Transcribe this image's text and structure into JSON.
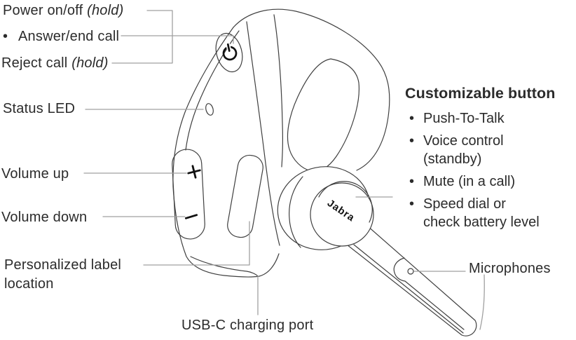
{
  "left_labels": {
    "power": {
      "text": "Power on/off",
      "hold": "(hold)"
    },
    "answer": {
      "bullet": "•",
      "text": "Answer/end call"
    },
    "reject": {
      "text": "Reject call",
      "hold": "(hold)"
    },
    "status_led": {
      "text": "Status LED"
    },
    "volume_up": {
      "text": "Volume up"
    },
    "volume_down": {
      "text": "Volume down"
    },
    "personalized": {
      "lines": [
        "Personalized label",
        "location"
      ]
    },
    "usb": {
      "text": "USB-C charging port"
    }
  },
  "right_labels": {
    "microphones": {
      "text": "Microphones"
    }
  },
  "customizable": {
    "title": "Customizable button",
    "bullet": "•",
    "items": [
      [
        "Push-To-Talk"
      ],
      [
        "Voice control",
        "(standby)"
      ],
      [
        "Mute (in a call)"
      ],
      [
        "Speed dial or",
        "check battery level"
      ]
    ]
  },
  "device": {
    "logo": "Jabra",
    "icons": {
      "power": "power-symbol",
      "status_led": "led-dot",
      "volume_up": "+",
      "volume_down": "−",
      "microphone": "mic-hole"
    }
  },
  "colors": {
    "text": "#2b2b2b",
    "leader_line": "#a0a0a0",
    "outline": "#3f3f3f",
    "icon": "#111111",
    "background": "#ffffff"
  }
}
